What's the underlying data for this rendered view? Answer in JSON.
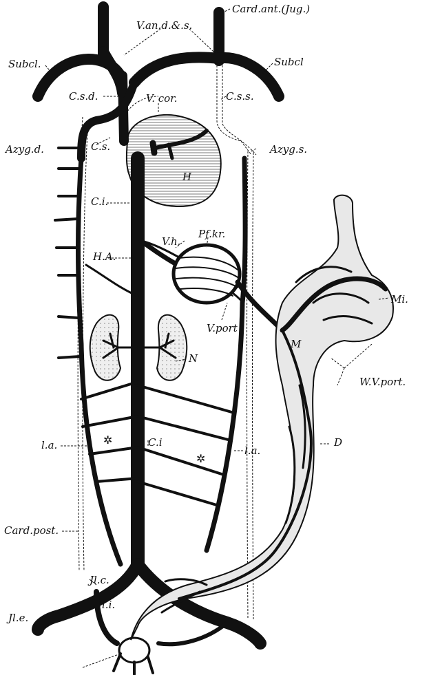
{
  "figure": {
    "labels": {
      "card_ant": "Card.ant.(Jug.)",
      "v_an": "V.an.d.&.s.",
      "subcl_left": "Subcl.",
      "subcl_right": "Subcl",
      "c_s_d": "C.s.d.",
      "v_cor": "V. cor.",
      "c_s_s": "C.s.s.",
      "azyg_d": "Azyg.d.",
      "c_s": "C.s.",
      "azyg_s": "Azyg.s.",
      "h": "H",
      "c_i_upper": "C.i.",
      "pf_kr": "Pf.kr.",
      "v_h": "V.h.",
      "h_a": "H.A.",
      "mi": "Mi.",
      "v_port": "V.port",
      "m": "M",
      "n": "N",
      "w_v_port": "W.V.port.",
      "l_a_left": "l.a.",
      "c_i_lower": "C.i",
      "l_a_right": "l.a.",
      "d": "D",
      "card_post": "Card.post.",
      "jl_c": "Jl.c.",
      "jl_i": "Jl.i.",
      "jl_e": "Jl.e."
    }
  }
}
